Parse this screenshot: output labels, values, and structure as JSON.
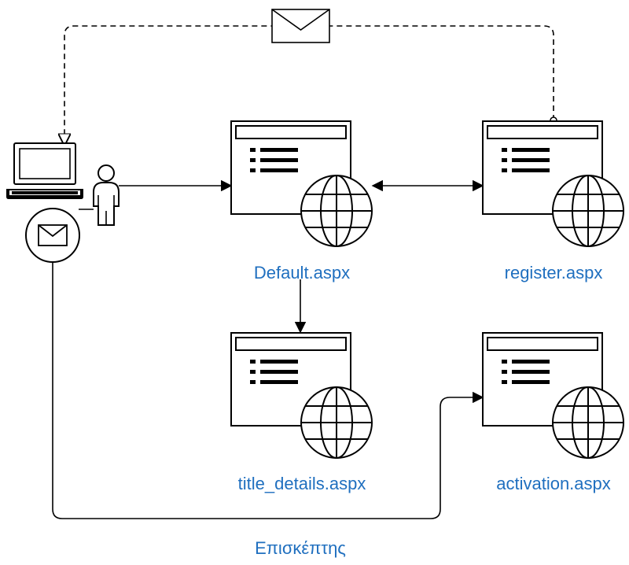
{
  "pages": {
    "default": "Default.aspx",
    "register": "register.aspx",
    "title_details": "title_details.aspx",
    "activation": "activation.aspx"
  },
  "actor": {
    "visitor": "Επισκέπτης"
  },
  "colors": {
    "label": "#1f6fbf",
    "stroke": "#000000"
  },
  "icons": [
    "laptop-icon",
    "person-icon",
    "envelope-icon",
    "web-page-icon",
    "globe-icon"
  ]
}
